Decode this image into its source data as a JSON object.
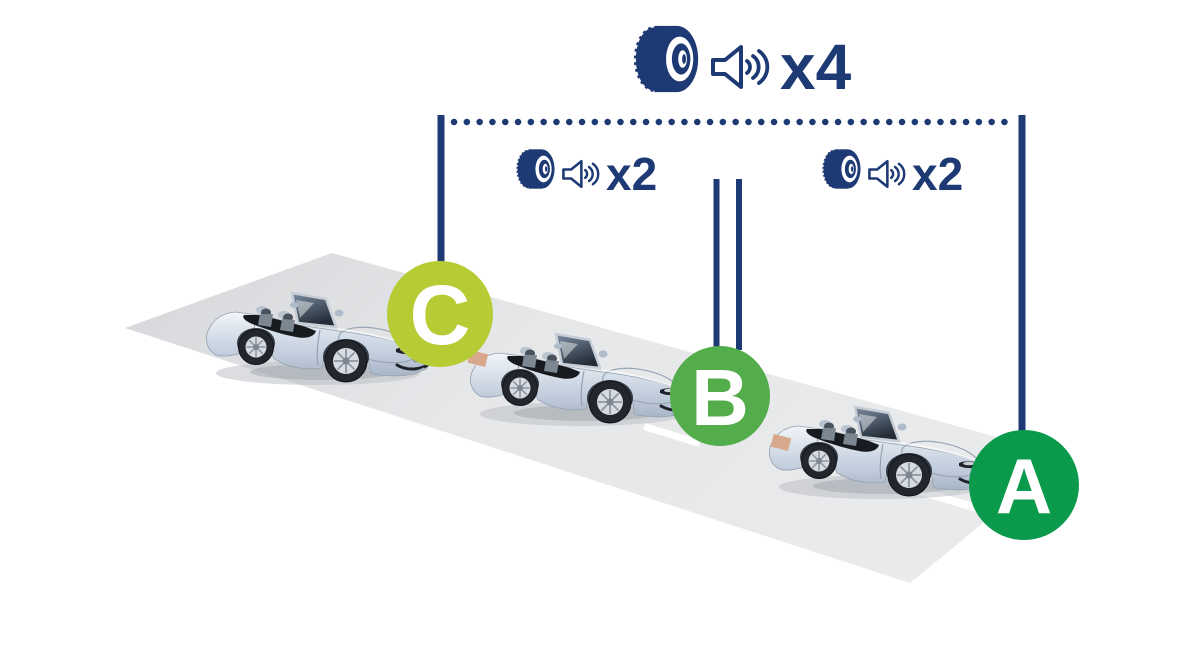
{
  "top_legend": {
    "tire_icon": "tire-icon",
    "speaker_icon": "speaker-sound-icon",
    "label": "x4"
  },
  "pair_legends": [
    {
      "position": "left",
      "tire_icon": "tire-icon",
      "speaker_icon": "speaker-sound-icon",
      "label": "x2"
    },
    {
      "position": "right",
      "tire_icon": "tire-icon",
      "speaker_icon": "speaker-sound-icon",
      "label": "x2"
    }
  ],
  "markers": [
    {
      "letter": "C",
      "color": "#b6cb34",
      "text_color": "#ffffff"
    },
    {
      "letter": "B",
      "color": "#52ad4a",
      "text_color": "#ffffff"
    },
    {
      "letter": "A",
      "color": "#0b9a4c",
      "text_color": "#ffffff"
    }
  ],
  "cars": {
    "count": 3,
    "type": "silver-convertible-roadster"
  },
  "colors": {
    "line_navy": "#1e3a74",
    "road_gray": "#e4e5e7",
    "lane_marking": "#ffffff",
    "car_silver": "#c9d4e2"
  }
}
